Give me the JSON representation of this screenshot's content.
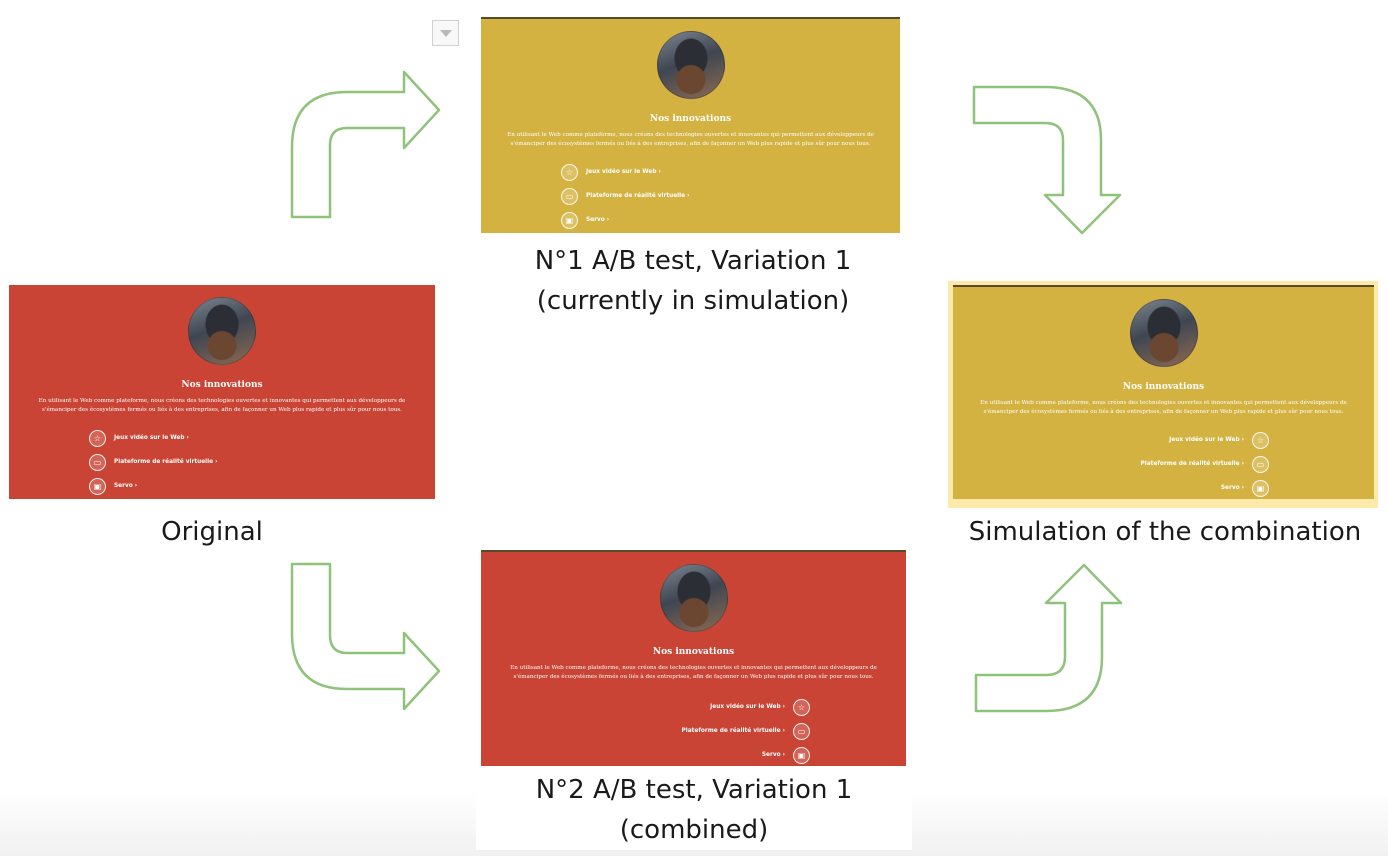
{
  "panel_content": {
    "title": "Nos innovations",
    "description": "En utilisant le Web comme plateforme, nous créons des technologies ouvertes et innovantes qui permettent aux développeurs de s'émanciper des écosystèmes fermés ou liés à des entreprises, afin de façonner un Web plus rapide et plus sûr pour nous tous.",
    "links": [
      {
        "label": "Jeux vidéo sur le Web ›",
        "icon": "star-icon"
      },
      {
        "label": "Plateforme de réalité virtuelle ›",
        "icon": "vr-headset-icon"
      },
      {
        "label": "Servo ›",
        "icon": "browser-window-icon"
      }
    ]
  },
  "variants": {
    "original": {
      "caption_line1": "Original",
      "bg_color": "#c94434",
      "links_align": "left"
    },
    "ab1": {
      "caption_line1": "N°1 A/B test, Variation 1",
      "caption_line2": "(currently in simulation)",
      "bg_color": "#d3b242",
      "links_align": "left"
    },
    "ab2": {
      "caption_line1": "N°2 A/B test, Variation 1",
      "caption_line2": "(combined)",
      "bg_color": "#c94434",
      "links_align": "right"
    },
    "combined": {
      "caption_line1": "Simulation of the combination",
      "bg_color": "#d3b242",
      "links_align": "right"
    }
  },
  "colors": {
    "arrow_stroke": "#8fc27a",
    "highlight": "#fde9a9",
    "red": "#c94434",
    "gold": "#d3b242"
  }
}
